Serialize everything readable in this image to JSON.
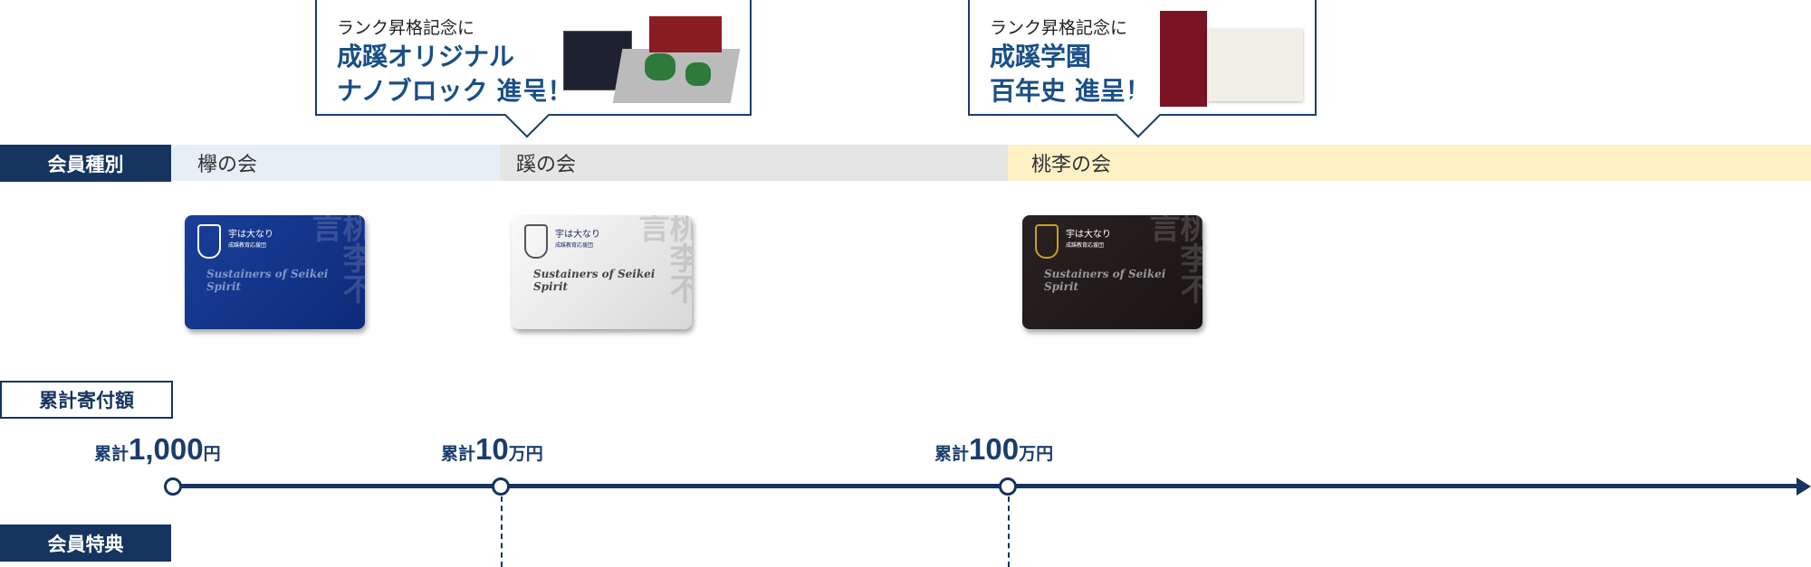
{
  "popups": [
    {
      "pre": "ランク昇格記念に",
      "main": "成蹊オリジナル\nナノブロック 進呈！",
      "image": "nanoblock-photo"
    },
    {
      "pre": "ランク昇格記念に",
      "main": "成蹊学園\n百年史 進呈！",
      "image": "centennial-book-photo"
    }
  ],
  "membership": {
    "label": "会員種別",
    "tiers": [
      {
        "name": "欅の会",
        "color": "#e6eef8"
      },
      {
        "name": "蹊の会",
        "color": "#e5e5e5"
      },
      {
        "name": "桃李の会",
        "color": "#fdf1c5"
      }
    ]
  },
  "card": {
    "motto": "宇は大なり",
    "org": "成蹊教育応援団",
    "slogan": "Sustainers of Seikei Spirit",
    "calligraphy": "桃李不言"
  },
  "donation": {
    "label": "累計寄付額",
    "milestones": [
      {
        "prefix": "累計",
        "amount": "1,000",
        "unit": "円"
      },
      {
        "prefix": "累計",
        "amount": "10",
        "unit": "万円"
      },
      {
        "prefix": "累計",
        "amount": "100",
        "unit": "万円"
      }
    ]
  },
  "benefits": {
    "label": "会員特典"
  },
  "colors": {
    "navy": "#15345f",
    "accent": "#1a4f86"
  }
}
